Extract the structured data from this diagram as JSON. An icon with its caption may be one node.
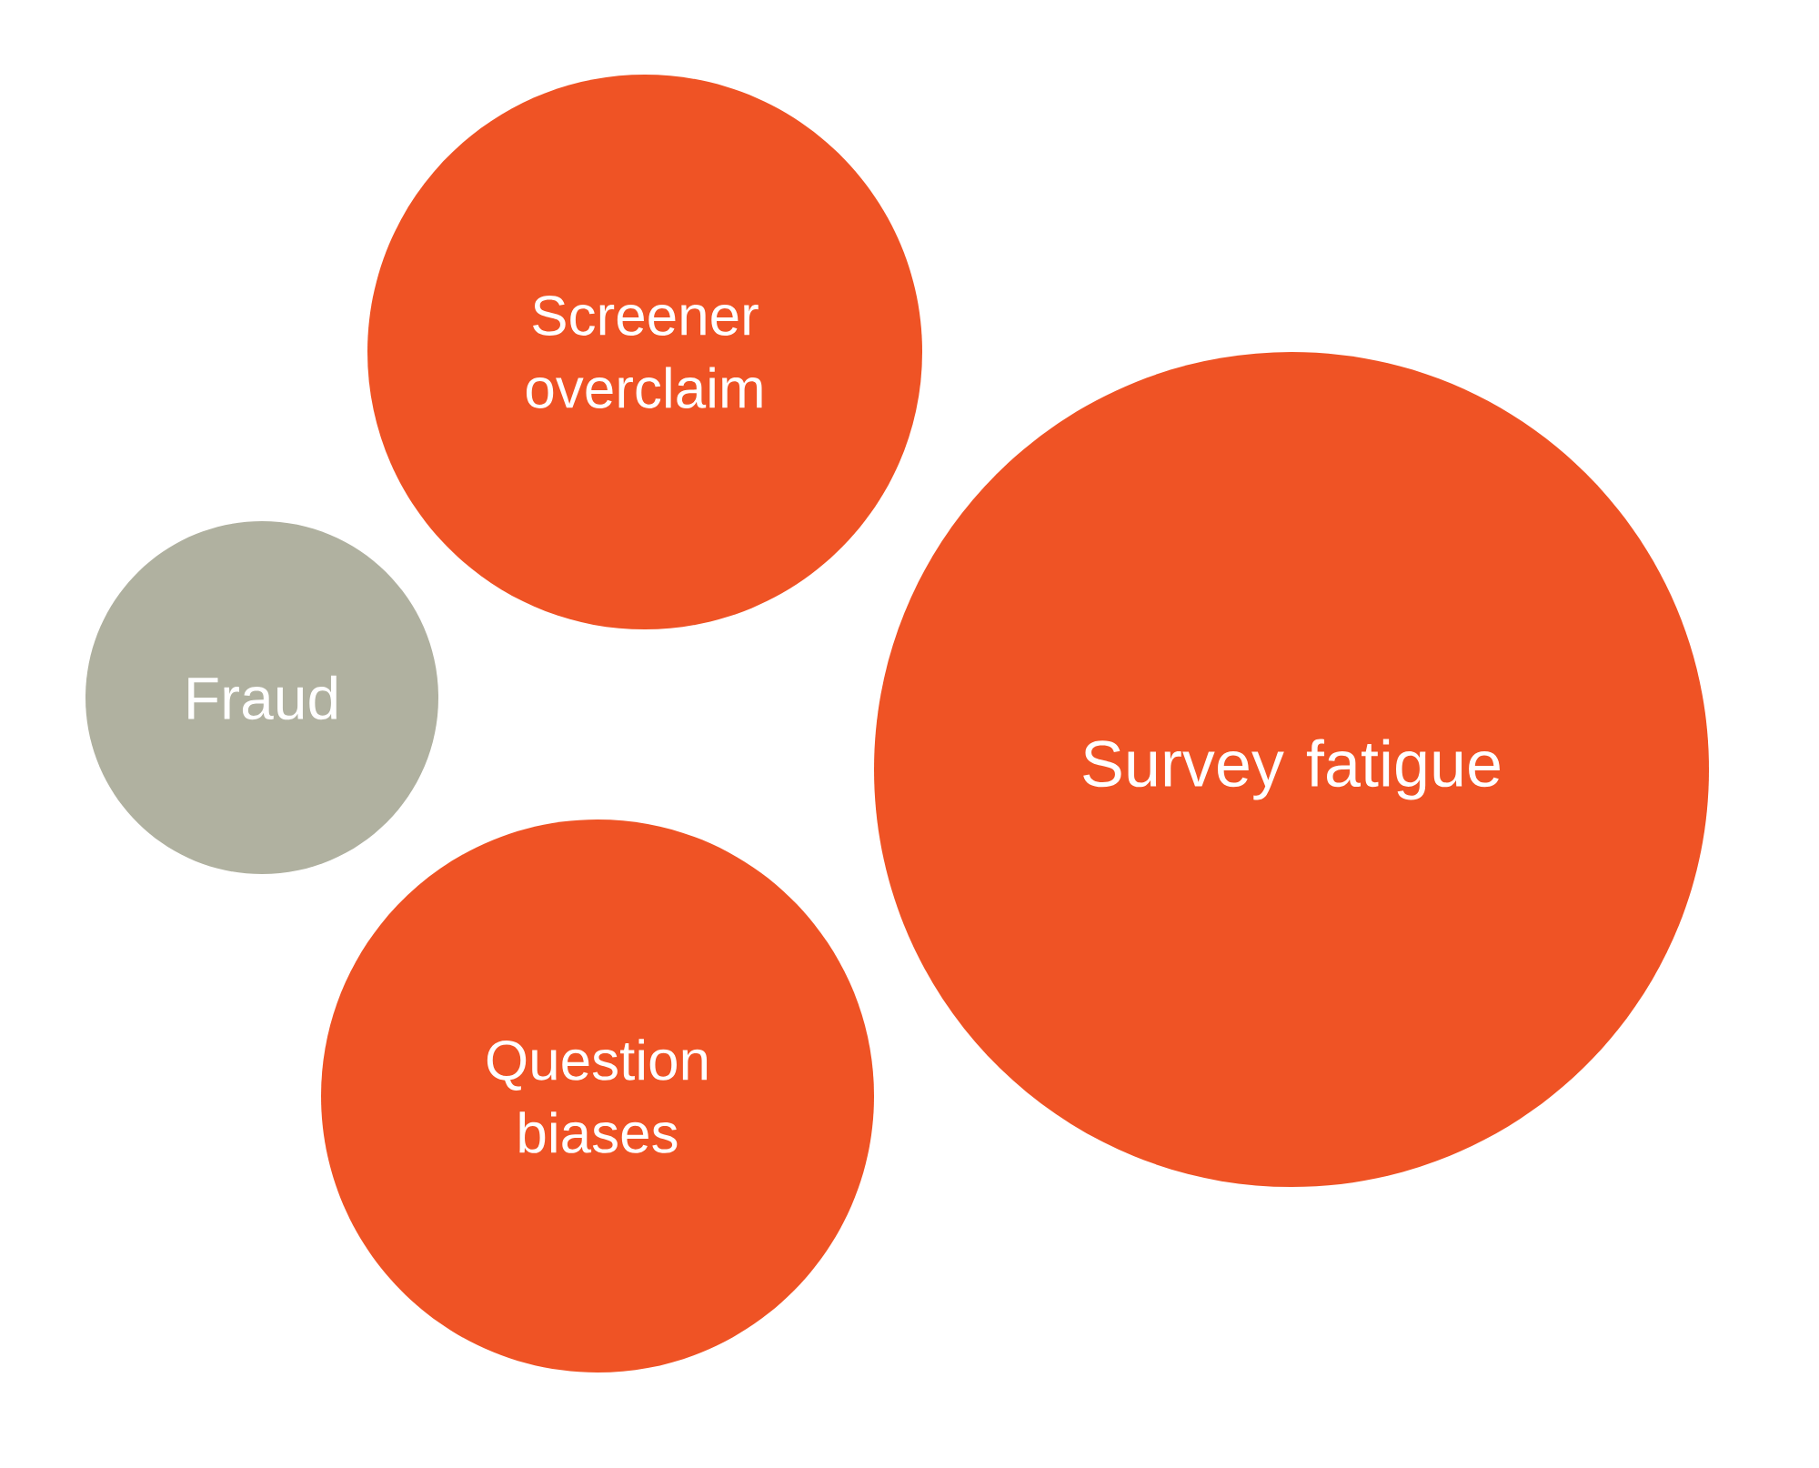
{
  "diagram": {
    "nodes": [
      {
        "text": [
          "Screener overclaim"
        ]
      },
      {
        "text": [
          "Fraud"
        ]
      },
      {
        "text": [
          "Survey fatigue"
        ]
      },
      {
        "text": [
          "Question biases"
        ]
      }
    ]
  }
}
